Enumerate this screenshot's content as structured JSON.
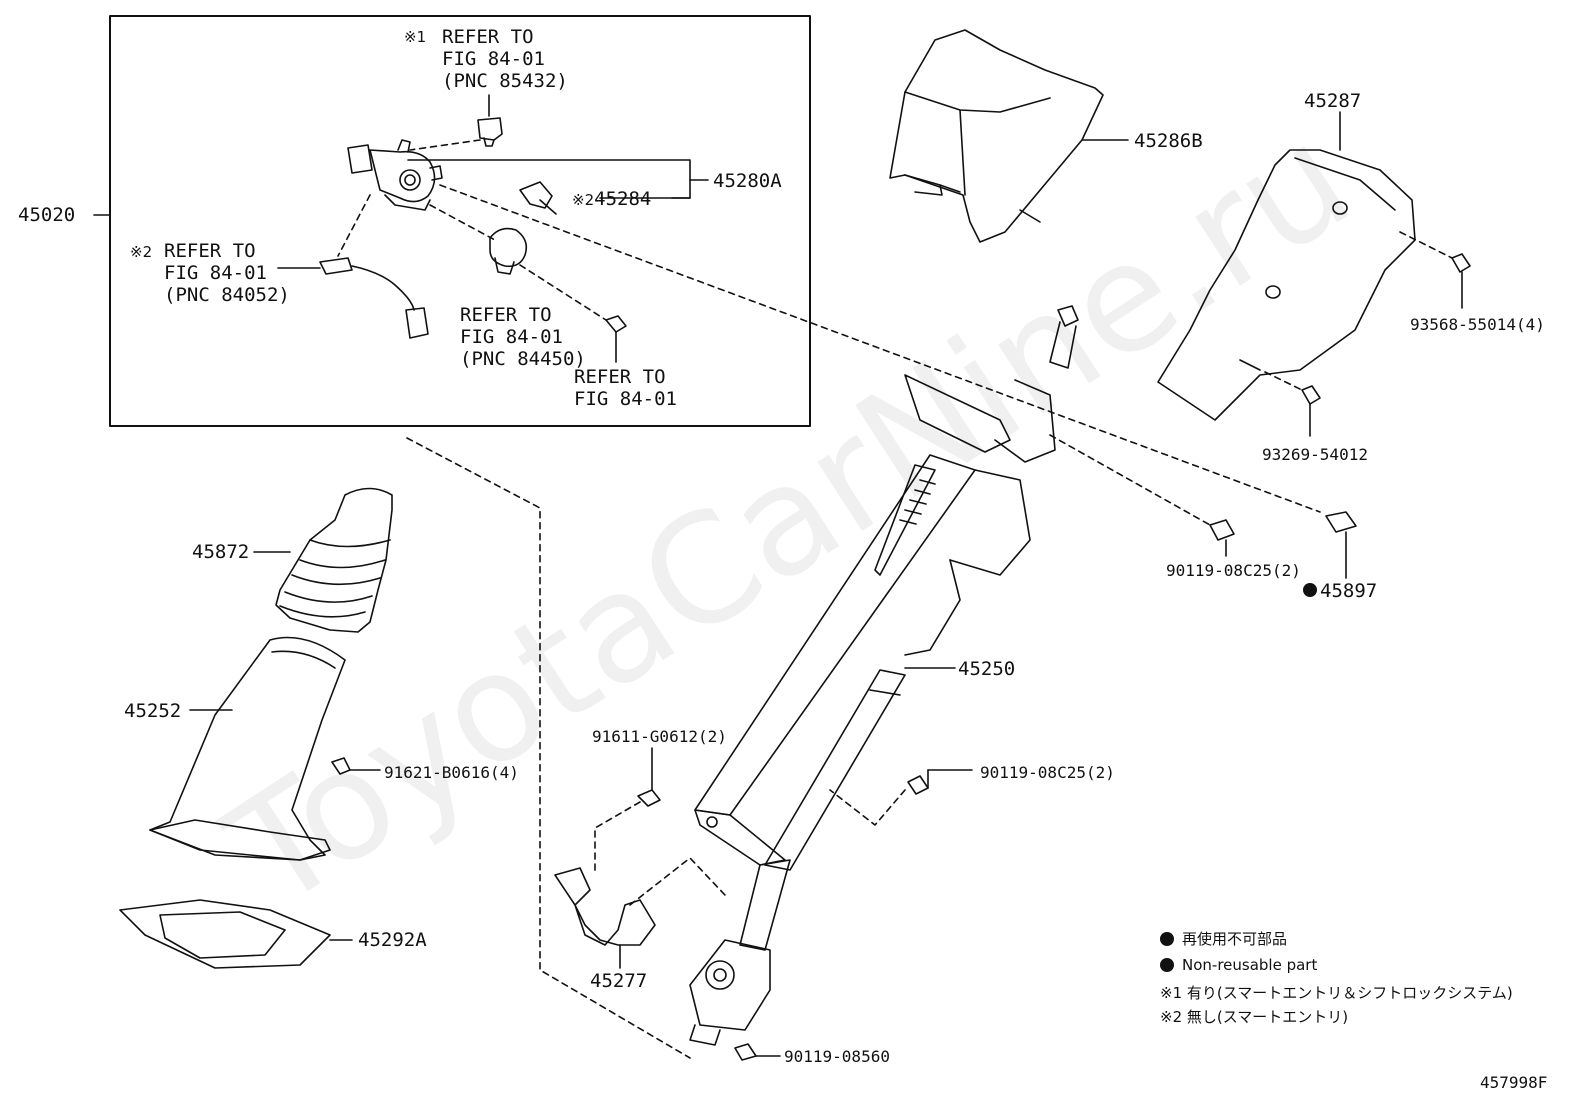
{
  "watermark": "ToyotaCarNine.ru",
  "figure_id": "457998F",
  "parts": {
    "p45020": "45020",
    "p45280A": "45280A",
    "p45284": "45284",
    "p45286B": "45286B",
    "p45287": "45287",
    "p93568": "93568-55014(4)",
    "p93269": "93269-54012",
    "p90119a": "90119-08C25(2)",
    "p45897": "45897",
    "p45872": "45872",
    "p45252": "45252",
    "p91621": "91621-B0616(4)",
    "p45292A": "45292A",
    "p45250": "45250",
    "p91611": "91611-G0612(2)",
    "p90119b": "90119-08C25(2)",
    "p45277": "45277",
    "p90119c": "90119-08560"
  },
  "refs": {
    "r1_mark": "※1",
    "r1_l1": "REFER TO",
    "r1_l2": "FIG 84-01",
    "r1_l3": "(PNC 85432)",
    "r2_mark": "※2",
    "r2_l1": "REFER TO",
    "r2_l2": "FIG 84-01",
    "r2_l3": "(PNC 84052)",
    "r3_l1": "REFER TO",
    "r3_l2": "FIG 84-01",
    "r3_l3": "(PNC 84450)",
    "r4_l1": "REFER TO",
    "r4_l2": "FIG 84-01",
    "m45284": "※2"
  },
  "legend": {
    "nonreusable_ja": "再使用不可部品",
    "nonreusable_en": "Non-reusable part",
    "note1": "※1 有り(スマートエントリ＆シフトロックシステム)",
    "note2": "※2 無し(スマートエントリ)"
  }
}
